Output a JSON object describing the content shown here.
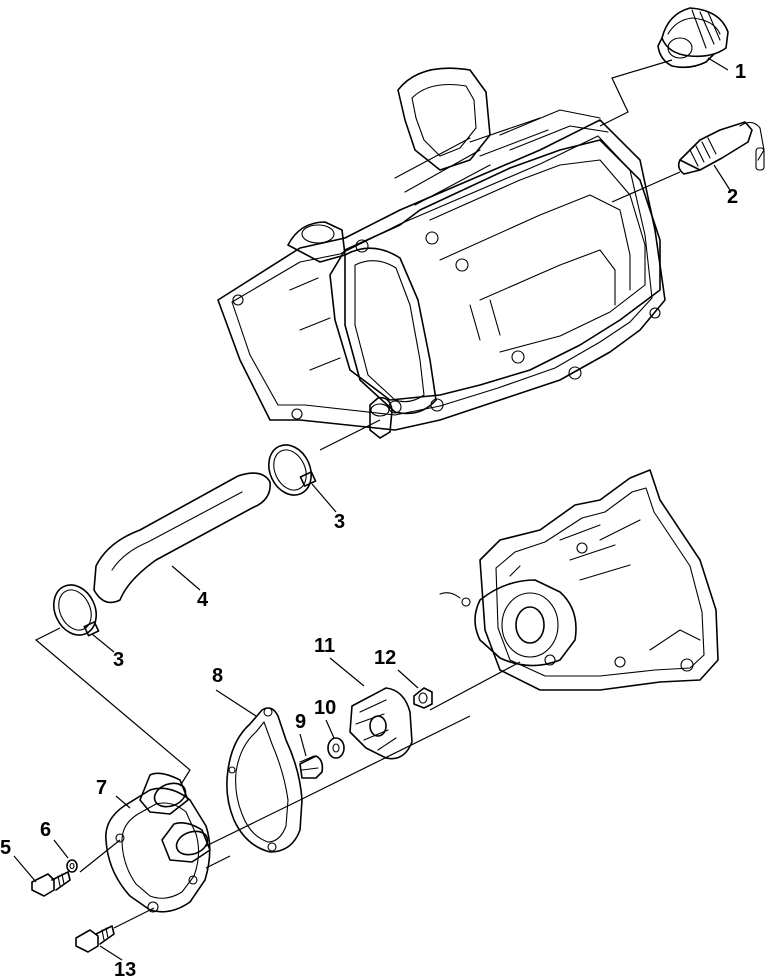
{
  "callouts": {
    "c1": "1",
    "c2": "2",
    "c3a": "3",
    "c3b": "3",
    "c4": "4",
    "c5": "5",
    "c6": "6",
    "c7": "7",
    "c8": "8",
    "c9": "9",
    "c10": "10",
    "c11": "11",
    "c12": "12",
    "c13": "13"
  }
}
